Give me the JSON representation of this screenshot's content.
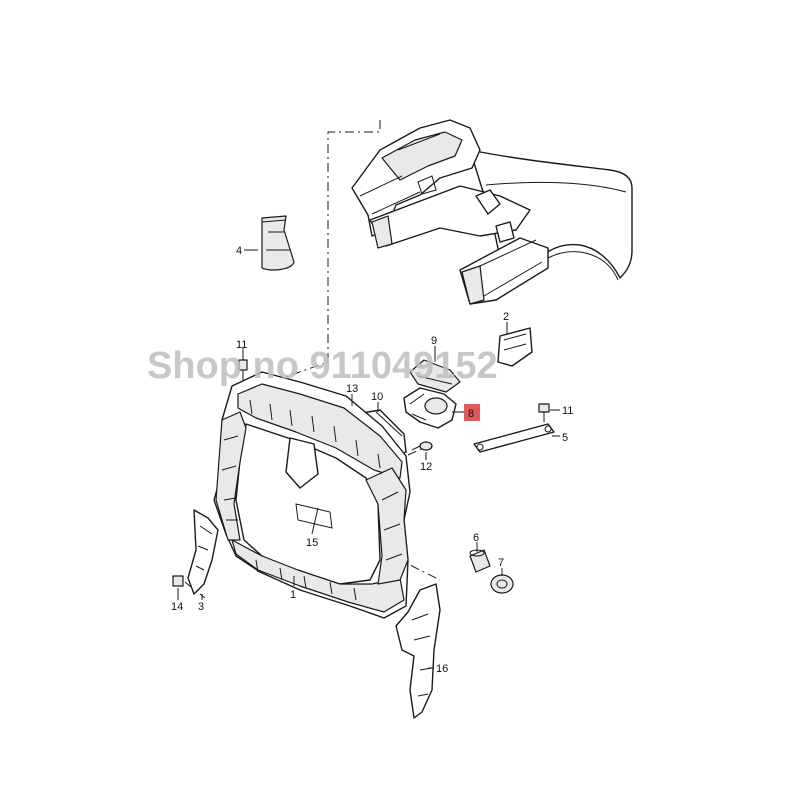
{
  "watermark": "Shop no 911049152",
  "highlight_color": "#e05a5a",
  "callouts": {
    "c1": "1",
    "c2": "2",
    "c3": "3",
    "c4": "4",
    "c5": "5",
    "c6": "6",
    "c7": "7",
    "c8": "8",
    "c9": "9",
    "c10": "10",
    "c11a": "11",
    "c11b": "11",
    "c12": "12",
    "c13": "13",
    "c14": "14",
    "c15": "15",
    "c16": "16"
  },
  "highlighted_callout": "8"
}
